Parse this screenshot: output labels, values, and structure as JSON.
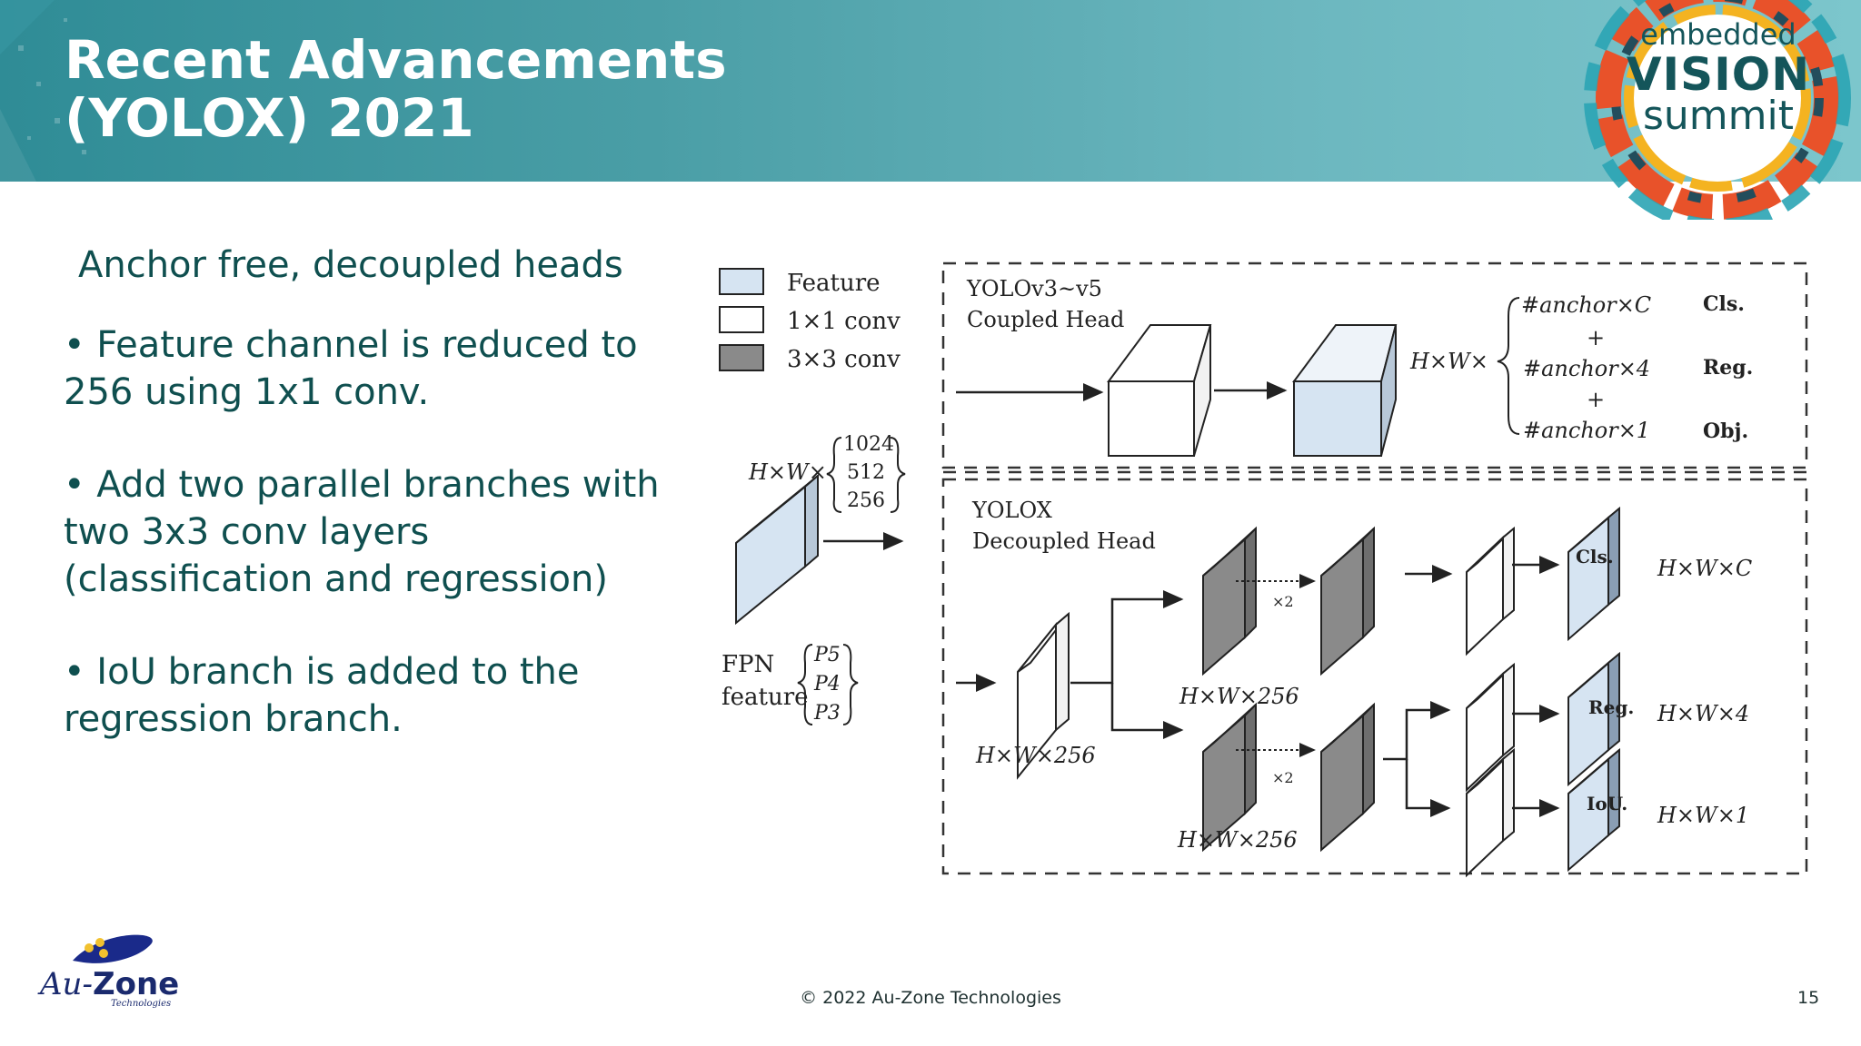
{
  "slide": {
    "title_line1": "Recent Advancements",
    "title_line2": "(YOLOX) 2021",
    "subtitle": "Anchor free, decoupled heads",
    "bullets": [
      "• Feature channel is reduced to 256 using 1x1 conv.",
      "• Add two parallel branches with two 3x3 conv layers (classification and regression)",
      "• IoU branch is added to the regression branch."
    ]
  },
  "logo": {
    "line1": "embedded",
    "line2": "VISION",
    "line3": "summit"
  },
  "diagram": {
    "legend": [
      "Feature",
      "1×1 conv",
      "3×3 conv"
    ],
    "input_dims_prefix": "H×W×",
    "input_channels": [
      "1024",
      "512",
      "256"
    ],
    "fpn_label": [
      "FPN",
      "feature"
    ],
    "fpn_levels": [
      "P5",
      "P4",
      "P3"
    ],
    "coupled_title": [
      "YOLOv3~v5",
      "Coupled Head"
    ],
    "coupled_dims": "H×W×",
    "coupled_terms": [
      "#anchor×C",
      "+",
      "#anchor×4",
      "+",
      "#anchor×1"
    ],
    "coupled_outputs": [
      "Cls.",
      "Reg.",
      "Obj."
    ],
    "decoupled_title": [
      "YOLOX",
      "Decoupled Head"
    ],
    "dims_256": "H×W×256",
    "repeat": "×2",
    "decoupled_outputs": [
      "Cls.",
      "Reg.",
      "IoU."
    ],
    "decoupled_dims": [
      "H×W×C",
      "H×W×4",
      "H×W×1"
    ]
  },
  "footer": {
    "brand_au": "Au-",
    "brand_zone": "Zone",
    "brand_sub": "Technologies",
    "copyright": "© 2022 Au-Zone Technologies",
    "page": "15"
  },
  "colors": {
    "header_start": "#2f8c96",
    "header_end": "#7cc6cc",
    "text": "#0f4f4f",
    "feature_fill": "#d6e4f2",
    "conv3_fill": "#8a8a8a"
  }
}
